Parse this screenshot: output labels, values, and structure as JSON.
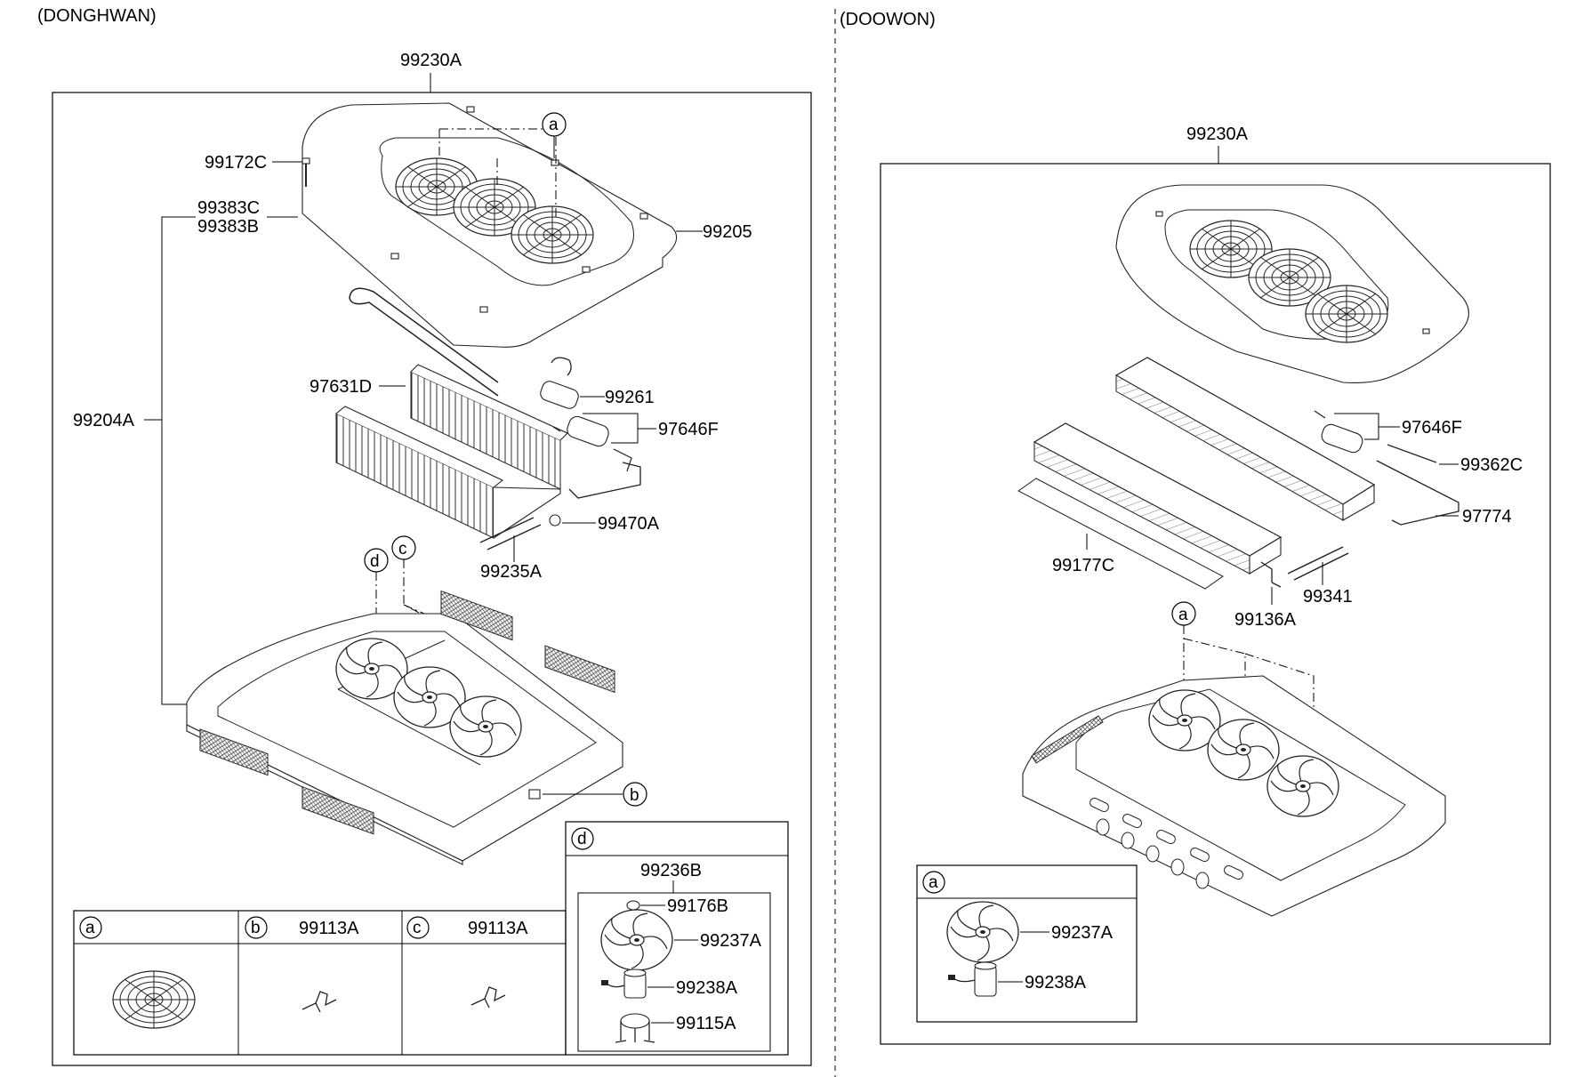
{
  "sections": {
    "left_title": "(DONGHWAN)",
    "right_title": "(DOOWON)"
  },
  "left": {
    "assembly": "99230A",
    "labels": {
      "p99172C": "99172C",
      "p99383C": "99383C",
      "p99383B": "99383B",
      "p99205": "99205",
      "p99204A": "99204A",
      "p97631D": "97631D",
      "p99261": "99261",
      "p97646F": "97646F",
      "p99470A": "99470A",
      "p99235A": "99235A",
      "p99236B": "99236B",
      "p99176B": "99176B",
      "p99237A": "99237A",
      "p99238A": "99238A",
      "p99115A": "99115A"
    },
    "callouts": {
      "a": "a",
      "b": "b",
      "c": "c",
      "d": "d"
    },
    "detail_table": {
      "a_label": "a",
      "b_label": "b",
      "b_part": "99113A",
      "c_label": "c",
      "c_part": "99113A",
      "d_label": "d"
    }
  },
  "right": {
    "assembly": "99230A",
    "labels": {
      "p97646F": "97646F",
      "p99362C": "99362C",
      "p97774": "97774",
      "p99177C": "99177C",
      "p99341": "99341",
      "p99136A": "99136A",
      "p99237A": "99237A",
      "p99238A": "99238A"
    },
    "callouts": {
      "a": "a"
    },
    "detail": {
      "a_label": "a"
    }
  }
}
